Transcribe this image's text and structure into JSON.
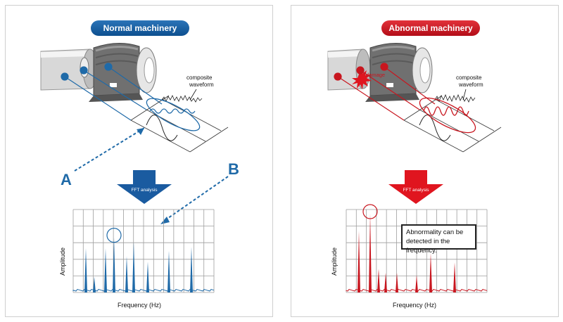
{
  "normal": {
    "title": "Normal machinery",
    "composite_label_line1": "composite",
    "composite_label_line2": "waveform",
    "letter_a": "A",
    "letter_b": "B",
    "fft_label": "FFT analysis",
    "y_label": "Amplitude",
    "x_label": "Frequency (Hz)",
    "color": "#1f6aa8",
    "peaks": [
      {
        "pos": 0.09,
        "amp": 0.56
      },
      {
        "pos": 0.15,
        "amp": 0.2
      },
      {
        "pos": 0.23,
        "amp": 0.56
      },
      {
        "pos": 0.29,
        "amp": 0.7
      },
      {
        "pos": 0.38,
        "amp": 0.46
      },
      {
        "pos": 0.43,
        "amp": 0.64
      },
      {
        "pos": 0.53,
        "amp": 0.39
      },
      {
        "pos": 0.68,
        "amp": 0.53
      },
      {
        "pos": 0.84,
        "amp": 0.58
      }
    ]
  },
  "abnormal": {
    "title": "Abnormal machinery",
    "damage_label": "damage",
    "composite_label_line1": "composite",
    "composite_label_line2": "waveform",
    "fft_label": "FFT analysis",
    "y_label": "Amplitude",
    "x_label": "Frequency (Hz)",
    "callout": "Abnormality can be detected in the frequency.",
    "color": "#c8161f",
    "peaks": [
      {
        "pos": 0.09,
        "amp": 0.78
      },
      {
        "pos": 0.17,
        "amp": 1.0
      },
      {
        "pos": 0.23,
        "amp": 0.3
      },
      {
        "pos": 0.28,
        "amp": 0.25
      },
      {
        "pos": 0.36,
        "amp": 0.25
      },
      {
        "pos": 0.5,
        "amp": 0.22
      },
      {
        "pos": 0.6,
        "amp": 0.5
      },
      {
        "pos": 0.77,
        "amp": 0.38
      }
    ]
  }
}
